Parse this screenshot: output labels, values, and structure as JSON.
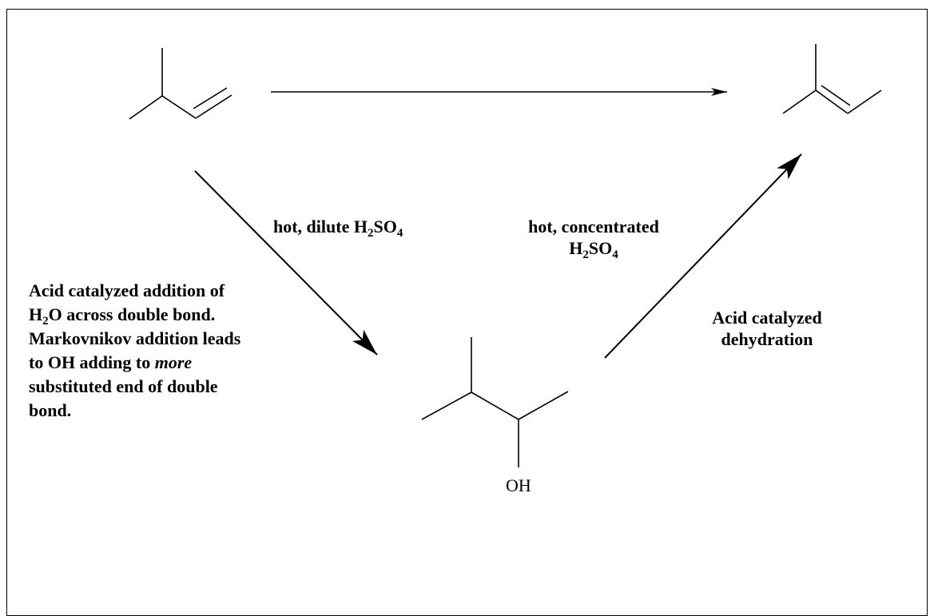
{
  "reagents": {
    "dilute": {
      "prefix": "hot, dilute H",
      "sub1": "2",
      "mid": "SO",
      "sub2": "4"
    },
    "concentrated": {
      "line1": "hot, concentrated",
      "h": "H",
      "sub1": "2",
      "mid": "SO",
      "sub2": "4"
    }
  },
  "descriptions": {
    "addition": {
      "line1": "Acid catalyzed addition of",
      "line2_h": "H",
      "line2_sub": "2",
      "line2_rest": "O across double bond.",
      "line3": "Markovnikov addition leads",
      "line4_pre": "to OH adding to ",
      "line4_em": "more",
      "line5": "substituted end of double",
      "line6": "bond."
    },
    "dehydration": {
      "line1": "Acid catalyzed",
      "line2": "dehydration"
    }
  },
  "molecules": {
    "alcohol_substituent": "OH"
  }
}
